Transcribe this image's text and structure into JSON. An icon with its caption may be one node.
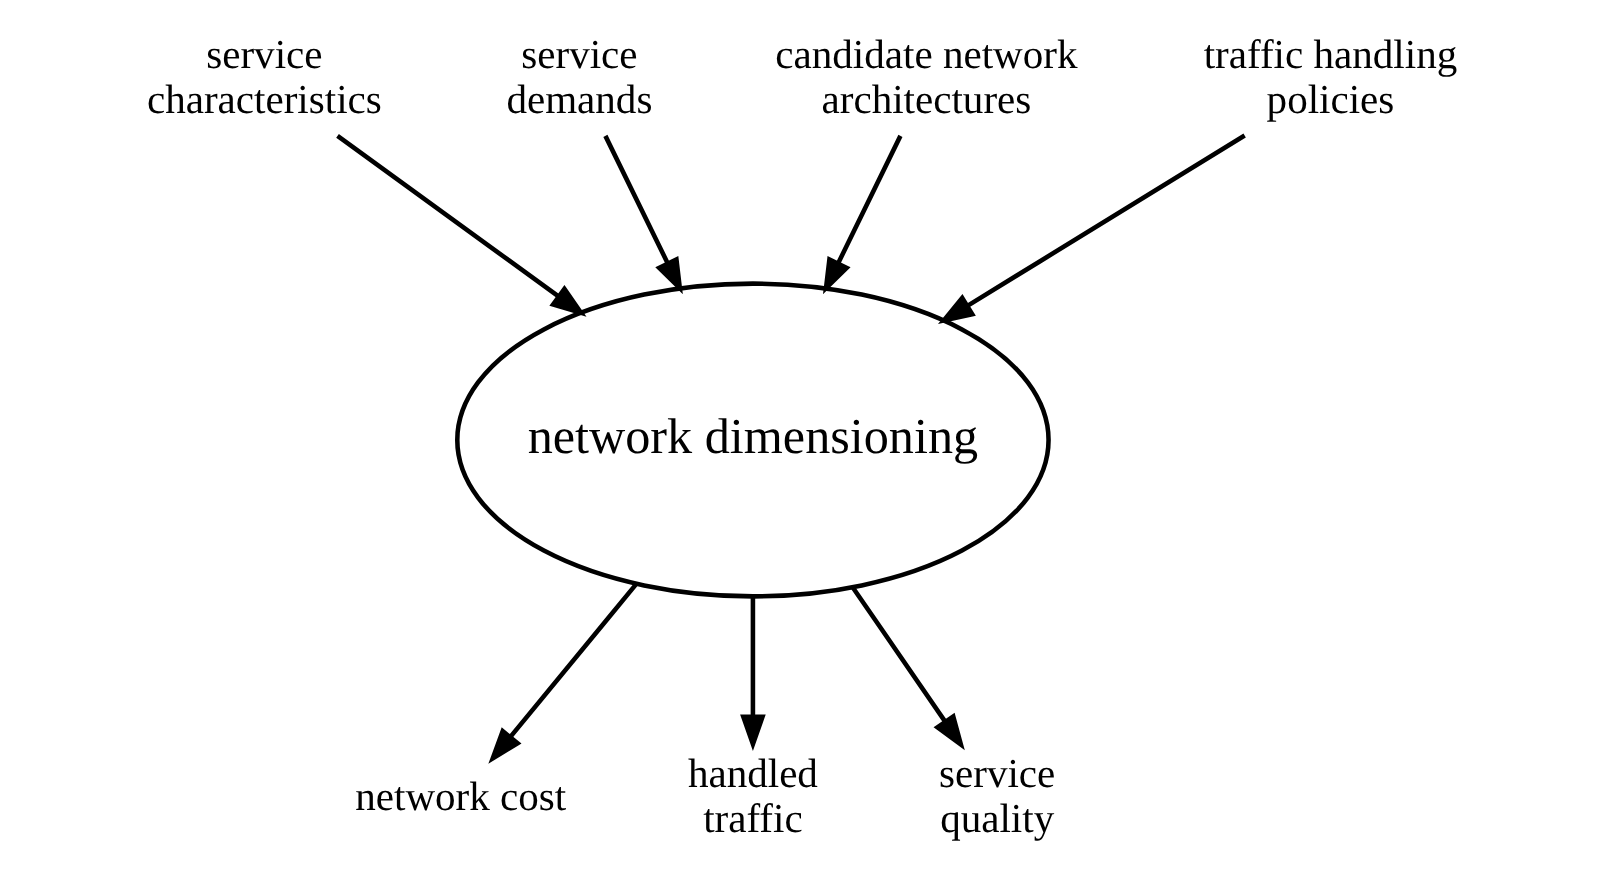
{
  "diagram": {
    "nodes": [
      {
        "text": [
          "service characteristics"
        ]
      },
      {
        "text": [
          "service demands"
        ]
      },
      {
        "text": [
          "candidate network architectures"
        ]
      },
      {
        "text": [
          "traffic handling policies"
        ]
      },
      {
        "text": [
          "network dimensioning"
        ]
      },
      {
        "text": [
          "network cost"
        ]
      },
      {
        "text": [
          "handled traffic"
        ]
      },
      {
        "text": [
          "service quality"
        ]
      }
    ],
    "edges": [
      {
        "from": 0,
        "to": 4,
        "arrow": "to"
      },
      {
        "from": 1,
        "to": 4,
        "arrow": "to"
      },
      {
        "from": 2,
        "to": 4,
        "arrow": "to"
      },
      {
        "from": 3,
        "to": 4,
        "arrow": "to"
      },
      {
        "from": 4,
        "to": 5,
        "arrow": "to"
      },
      {
        "from": 4,
        "to": 6,
        "arrow": "to"
      },
      {
        "from": 4,
        "to": 7,
        "arrow": "to"
      }
    ]
  }
}
